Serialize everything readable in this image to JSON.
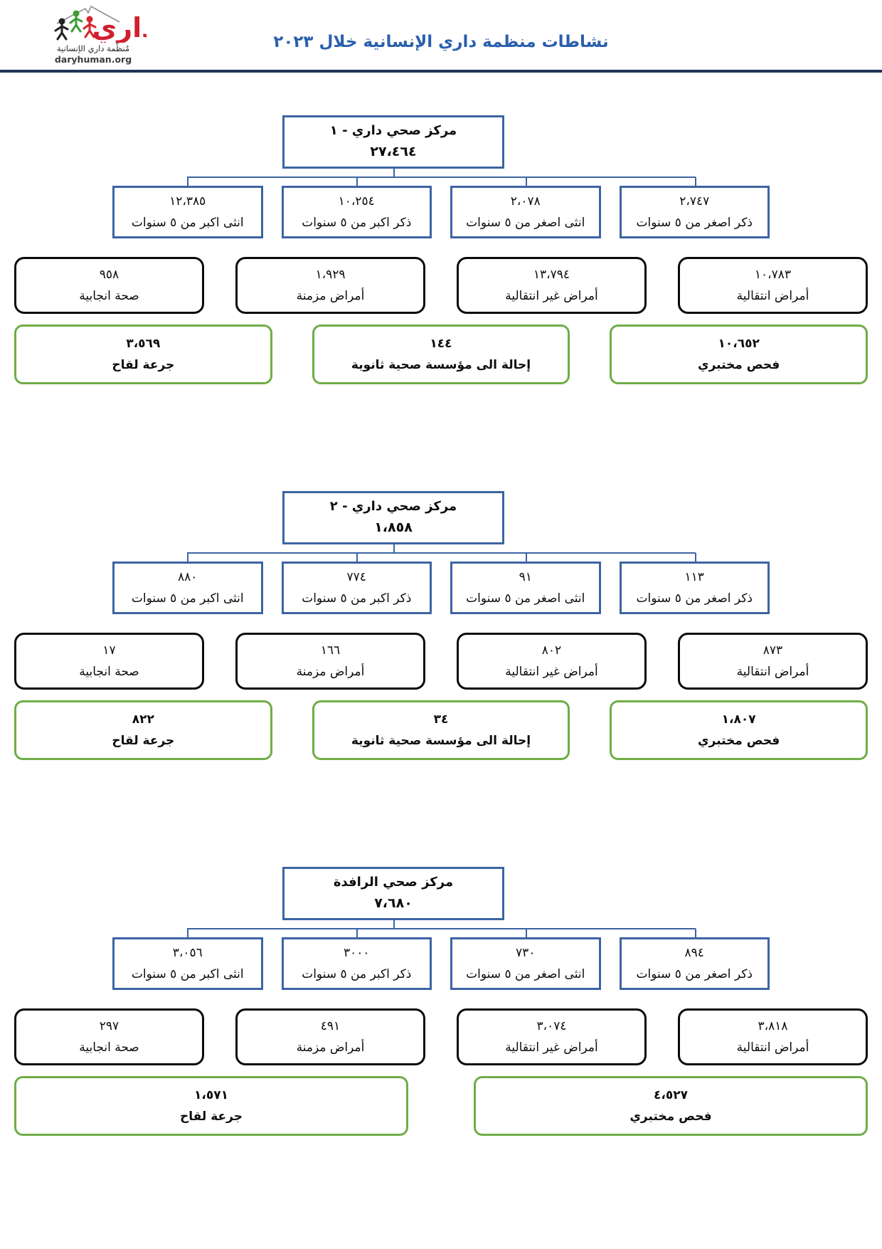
{
  "header": {
    "title": "نشاطات منظمة داري الإنسانية خلال ٢٠٢٣",
    "logo": {
      "brand_arabic": "داري",
      "subtitle_arabic": "مُنظّمة داري الإنسانية",
      "website": "daryhuman.org"
    }
  },
  "colors": {
    "accent_blue": "#3c64a4",
    "accent_green": "#6fad47",
    "title_blue": "#2b5fad",
    "rule_navy": "#1f3558",
    "brand_red": "#cf2030",
    "box_black": "#0a0a0a"
  },
  "trees": [
    {
      "name": "مركز صحي داري - ١",
      "total": "٢٧،٤٦٤",
      "demographics": [
        {
          "value": "٢،٧٤٧",
          "label": "ذكر اصغر من ٥ سنوات"
        },
        {
          "value": "٢،٠٧٨",
          "label": "انثى اصغر من ٥ سنوات"
        },
        {
          "value": "١٠،٢٥٤",
          "label": "ذكر اكبر من ٥ سنوات"
        },
        {
          "value": "١٢،٣٨٥",
          "label": "انثى اكبر من ٥ سنوات"
        }
      ],
      "services": [
        {
          "value": "١٠،٧٨٣",
          "label": "أمراض انتقالية"
        },
        {
          "value": "١٣،٧٩٤",
          "label": "أمراض غير انتقالية"
        },
        {
          "value": "١،٩٢٩",
          "label": "أمراض مزمنة"
        },
        {
          "value": "٩٥٨",
          "label": "صحة انجابية"
        }
      ],
      "outputs": [
        {
          "value": "١٠،٦٥٢",
          "label": "فحص مختبري"
        },
        {
          "value": "١٤٤",
          "label": "إحالة الى مؤسسة صحية ثانوية"
        },
        {
          "value": "٣،٥٦٩",
          "label": "جرعة لقاح"
        }
      ]
    },
    {
      "name": "مركز صحي داري - ٢",
      "total": "١،٨٥٨",
      "demographics": [
        {
          "value": "١١٣",
          "label": "ذكر اصغر من ٥ سنوات"
        },
        {
          "value": "٩١",
          "label": "انثى اصغر من ٥ سنوات"
        },
        {
          "value": "٧٧٤",
          "label": "ذكر اكبر من ٥ سنوات"
        },
        {
          "value": "٨٨٠",
          "label": "انثى اكبر من ٥ سنوات"
        }
      ],
      "services": [
        {
          "value": "٨٧٣",
          "label": "أمراض انتقالية"
        },
        {
          "value": "٨٠٢",
          "label": "أمراض غير انتقالية"
        },
        {
          "value": "١٦٦",
          "label": "أمراض مزمنة"
        },
        {
          "value": "١٧",
          "label": "صحة انجابية"
        }
      ],
      "outputs": [
        {
          "value": "١،٨٠٧",
          "label": "فحص مختبري"
        },
        {
          "value": "٣٤",
          "label": "إحالة الى مؤسسة صحية ثانوية"
        },
        {
          "value": "٨٢٢",
          "label": "جرعة لقاح"
        }
      ]
    },
    {
      "name": "مركز صحي الرافدة",
      "total": "٧،٦٨٠",
      "demographics": [
        {
          "value": "٨٩٤",
          "label": "ذكر اصغر من ٥ سنوات"
        },
        {
          "value": "٧٣٠",
          "label": "انثى اصغر من ٥ سنوات"
        },
        {
          "value": "٣٠٠٠",
          "label": "ذكر اكبر من ٥ سنوات"
        },
        {
          "value": "٣،٠٥٦",
          "label": "انثى اكبر من ٥ سنوات"
        }
      ],
      "services": [
        {
          "value": "٣،٨١٨",
          "label": "أمراض انتقالية"
        },
        {
          "value": "٣،٠٧٤",
          "label": "أمراض غير انتقالية"
        },
        {
          "value": "٤٩١",
          "label": "أمراض مزمنة"
        },
        {
          "value": "٢٩٧",
          "label": "صحة انجابية"
        }
      ],
      "outputs": [
        {
          "value": "٤،٥٢٧",
          "label": "فحص مختبري"
        },
        {
          "value": "١،٥٧١",
          "label": "جرعة لقاح"
        }
      ]
    }
  ]
}
